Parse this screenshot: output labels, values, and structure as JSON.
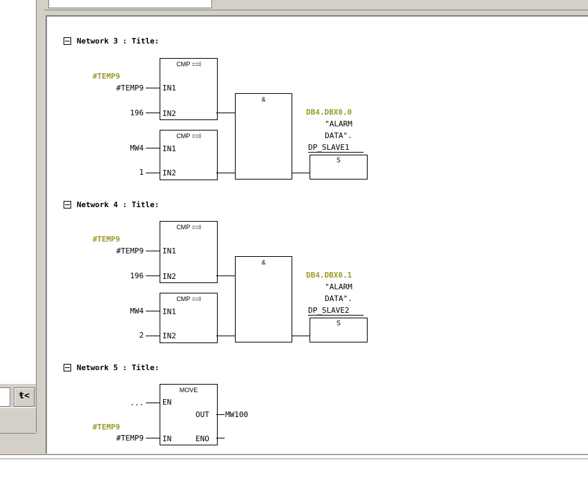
{
  "left_panel": {
    "button_glyph": "ŧ<"
  },
  "networks": [
    {
      "header": "Network 3 : Title:",
      "cmp1": {
        "title": "CMP ==I",
        "in1_label": "IN1",
        "in2_label": "IN2",
        "sym": "#TEMP9",
        "in1": "#TEMP9",
        "in2": "196"
      },
      "cmp2": {
        "title": "CMP ==I",
        "in1_label": "IN1",
        "in2_label": "IN2",
        "in1": "MW4",
        "in2": "1"
      },
      "and_title": "&",
      "out_addr": "DB4.DBX0.0",
      "out_name1": "\"ALARM",
      "out_name2": "DATA\".",
      "out_name3": "DP_SLAVE1",
      "coil": "S"
    },
    {
      "header": "Network 4 : Title:",
      "cmp1": {
        "title": "CMP ==I",
        "in1_label": "IN1",
        "in2_label": "IN2",
        "sym": "#TEMP9",
        "in1": "#TEMP9",
        "in2": "196"
      },
      "cmp2": {
        "title": "CMP ==I",
        "in1_label": "IN1",
        "in2_label": "IN2",
        "in1": "MW4",
        "in2": "2"
      },
      "and_title": "&",
      "out_addr": "DB4.DBX0.1",
      "out_name1": "\"ALARM",
      "out_name2": "DATA\".",
      "out_name3": "DP_SLAVE2",
      "coil": "S"
    }
  ],
  "network5": {
    "header": "Network 5 : Title:",
    "move_title": "MOVE",
    "en_label": "EN",
    "out_label": "OUT",
    "in_label": "IN",
    "eno_label": "ENO",
    "en_input": "...",
    "out_value": "MW100",
    "sym": "#TEMP9",
    "in_value": "#TEMP9"
  }
}
